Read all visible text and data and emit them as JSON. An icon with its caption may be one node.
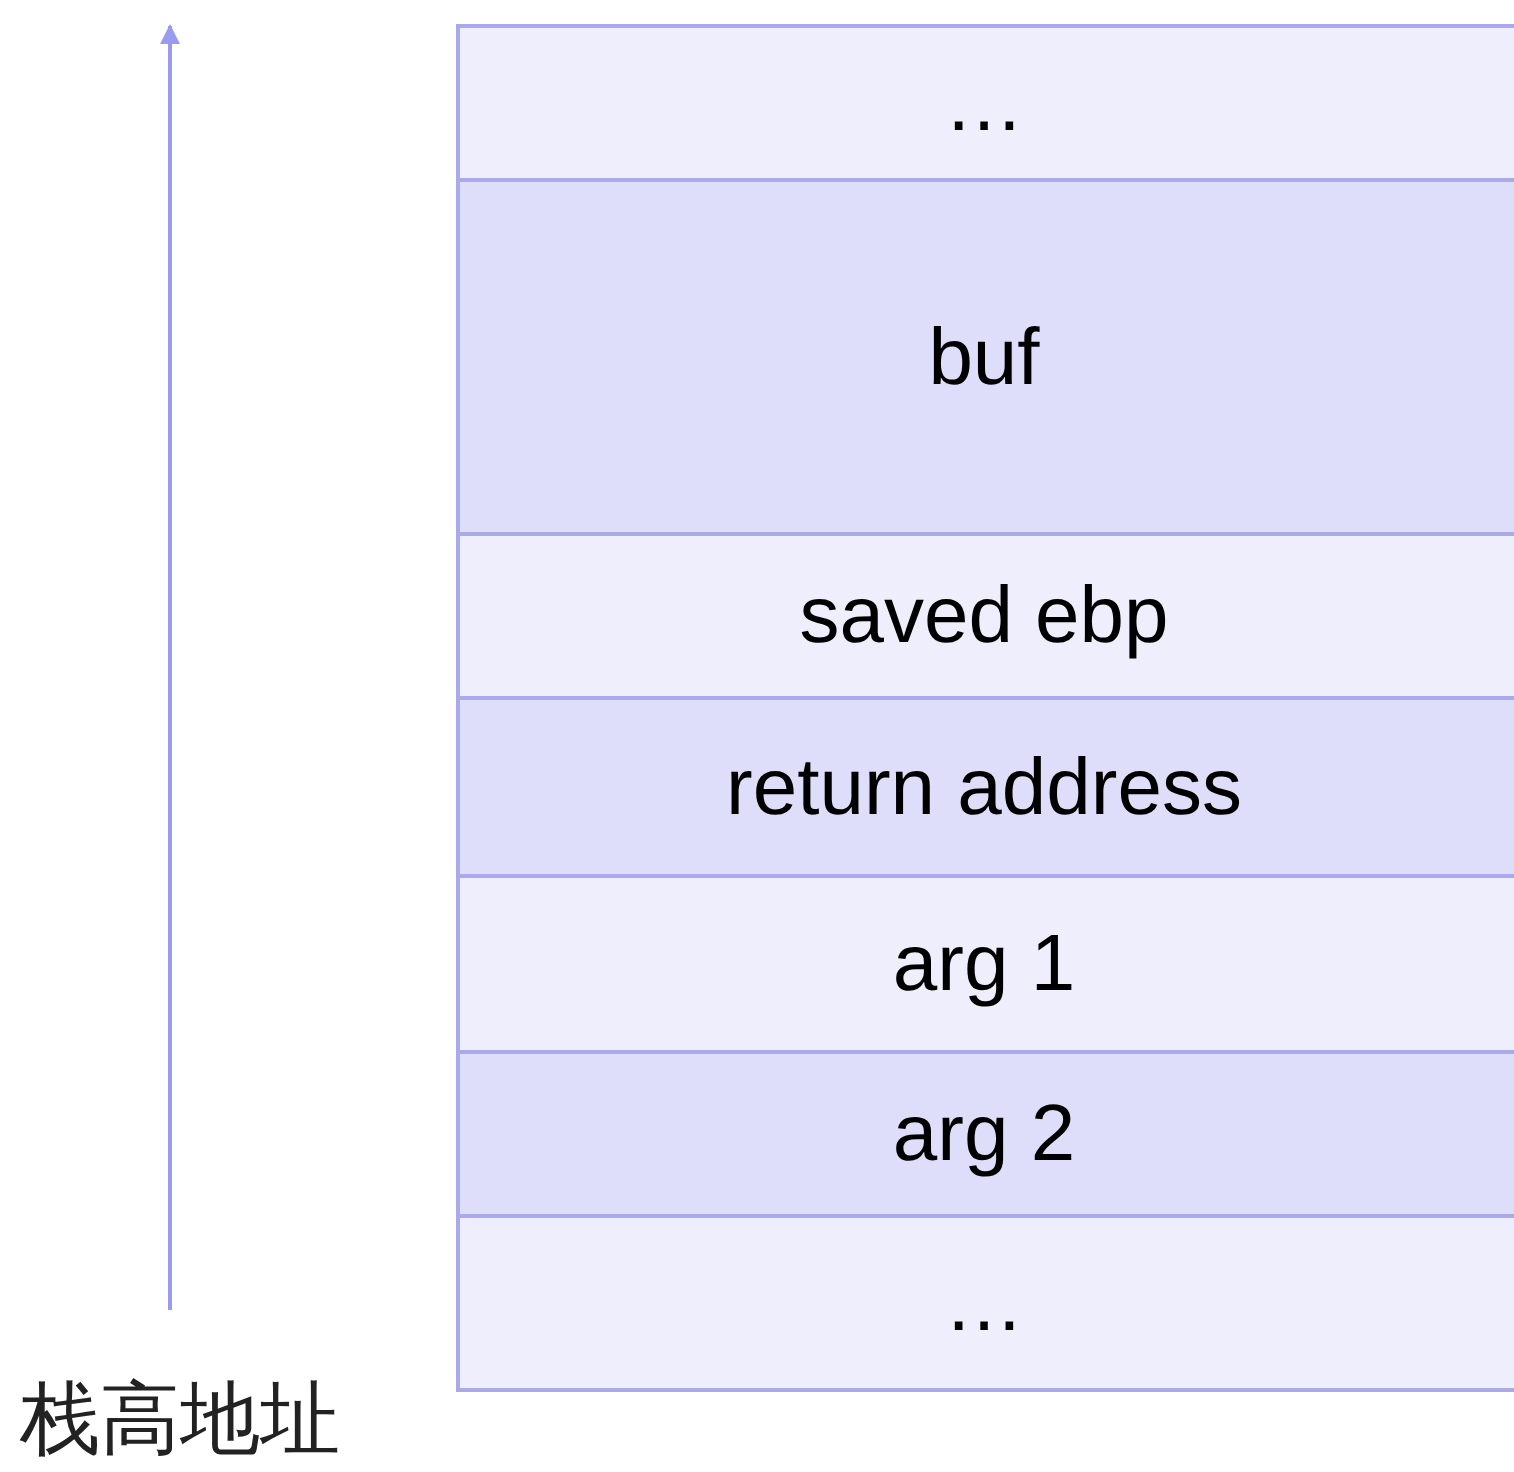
{
  "diagram": {
    "nodes": [
      {
        "text": [
          "…"
        ]
      },
      {
        "text": [
          "buf"
        ]
      },
      {
        "text": [
          "saved ebp"
        ]
      },
      {
        "text": [
          "return address"
        ]
      },
      {
        "text": [
          "arg 1"
        ]
      },
      {
        "text": [
          "arg 2"
        ]
      },
      {
        "text": [
          "…"
        ]
      }
    ],
    "labels": [
      "栈高地址"
    ]
  }
}
